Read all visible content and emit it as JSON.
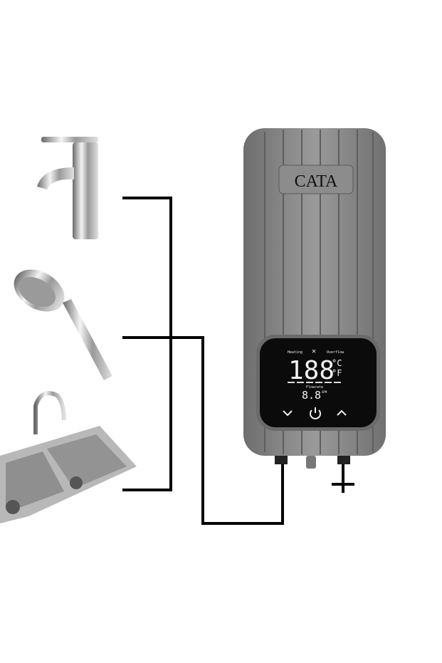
{
  "brand": {
    "logo_text": "CATA"
  },
  "display": {
    "heating_label": "Heating",
    "overflow_label": "Overflow",
    "temperature": "188",
    "unit_c": "°C",
    "unit_f": "°F",
    "flowrate_label": "Flowrate",
    "flowrate": "8.8",
    "flow_unit": "GPM"
  },
  "controls": {
    "down": "down-icon",
    "power": "power-icon",
    "up": "up-icon"
  },
  "colors": {
    "body": "#8a8a8a",
    "panel": "#0b0b0b",
    "pipe": "#000000",
    "lcd": "#f2f2f2"
  }
}
